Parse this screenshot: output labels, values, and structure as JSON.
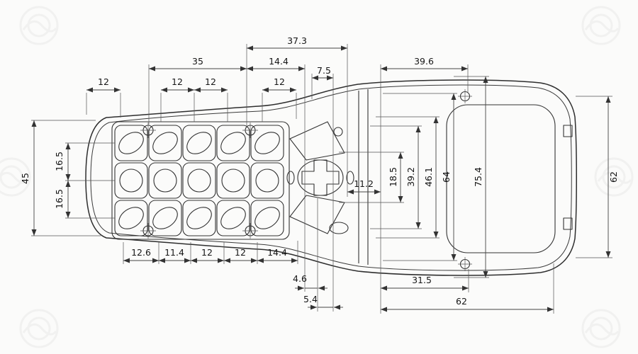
{
  "drawing": {
    "dims_top": {
      "d37_3": "37.3",
      "d35": "35",
      "d14_4": "14.4",
      "d7_5": "7.5",
      "d39_6": "39.6",
      "d12_a": "12",
      "d12_b": "12",
      "d12_c": "12",
      "d12_d": "12"
    },
    "dims_left": {
      "d45": "45",
      "d16_5_a": "16.5",
      "d16_5_b": "16.5"
    },
    "dims_center": {
      "d11_2": "11.2",
      "d18_5": "18.5",
      "d39_2": "39.2",
      "d46_1": "46.1",
      "d64": "64",
      "d75_4": "75.4"
    },
    "dims_right": {
      "d62": "62"
    },
    "dims_bottom": {
      "d12_6": "12.6",
      "d11_4": "11.4",
      "d12_a": "12",
      "d12_b": "12",
      "d14_4": "14.4",
      "d4_6": "4.6",
      "d5_4": "5.4",
      "d31_5": "31.5",
      "d62": "62"
    }
  }
}
